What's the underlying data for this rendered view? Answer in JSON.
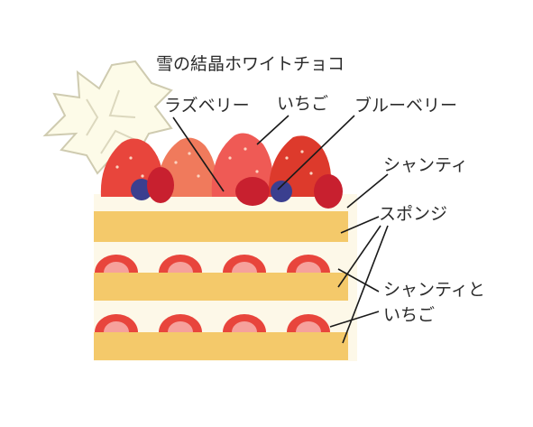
{
  "labels": {
    "snow_crystal_choco": "雪の結晶ホワイトチョコ",
    "raspberry": "ラズベリー",
    "strawberry": "いちご",
    "blueberry": "ブルーベリー",
    "chantilly": "シャンティ",
    "sponge": "スポンジ",
    "chantilly_and_strawberry_line1": "シャンティと",
    "chantilly_and_strawberry_line2": "いちご"
  },
  "colors": {
    "sponge": "#f4c96a",
    "cream": "#fdf8e8",
    "strawberry": "#e8453c",
    "strawberry_light": "#f07a5c",
    "raspberry": "#c8202f",
    "blueberry": "#3b3f8f",
    "chocolate": "#fdfbe8",
    "chocolate_outline": "#cfcbb0",
    "leader_line": "#1a1a1a"
  }
}
